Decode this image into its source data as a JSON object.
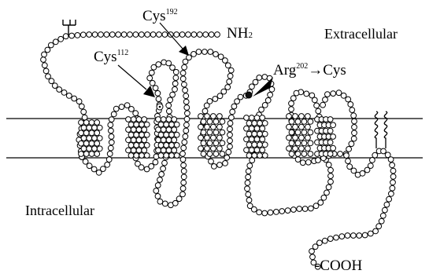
{
  "regions": {
    "extracellular": "Extracellular",
    "intracellular": "Intracellular"
  },
  "termini": {
    "n_terminus": "NH",
    "n_terminus_sub": "2",
    "c_terminus": "-COOH"
  },
  "residues": {
    "cys192": {
      "base": "Cys",
      "sup": "192"
    },
    "cys112": {
      "base": "Cys",
      "sup": "112"
    },
    "mutation": {
      "base": "Arg",
      "sup": "202",
      "arrow": "→",
      "target": "Cys"
    }
  }
}
